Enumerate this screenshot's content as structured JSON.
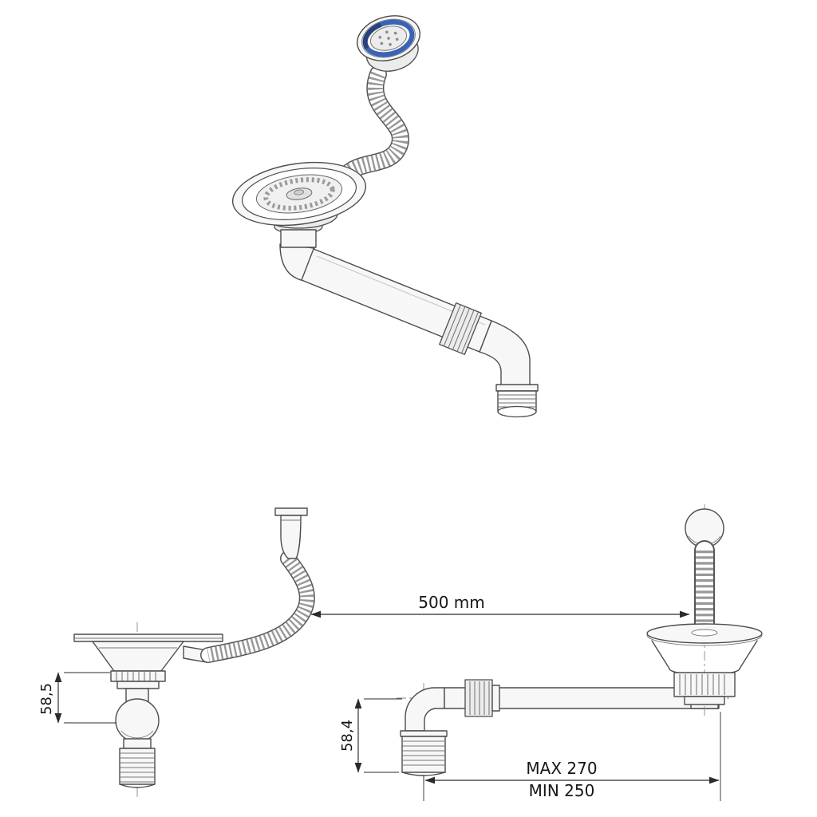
{
  "page": {
    "background": "#ffffff"
  },
  "diagram": {
    "line_color": "#4d4d4d",
    "accent_color": "#3b63b5",
    "dimensions": {
      "hose_length": "500 mm",
      "left_height": "58,5",
      "trap_height": "58,4",
      "pipe_max": "MAX 270",
      "pipe_min": "MIN 250"
    }
  }
}
